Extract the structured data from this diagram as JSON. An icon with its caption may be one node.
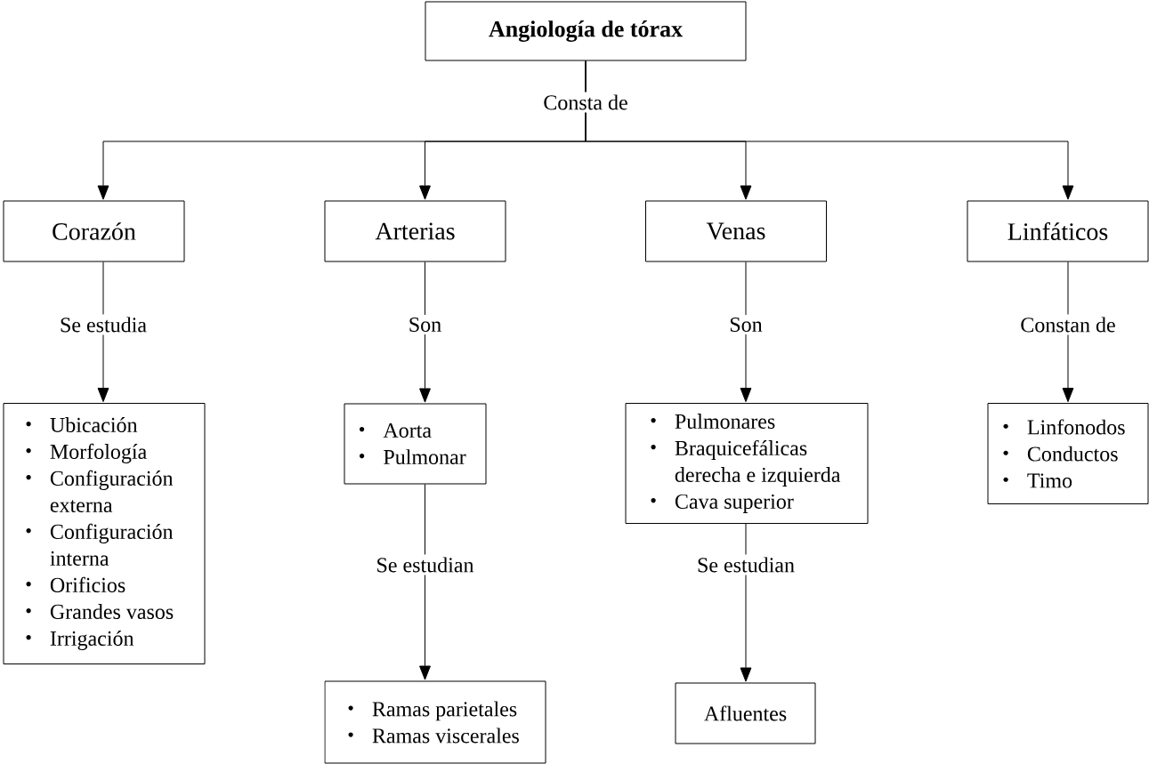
{
  "diagram": {
    "nodes": [
      {
        "text": [
          "Angiología de tórax"
        ]
      },
      {
        "text": [
          "Corazón"
        ]
      },
      {
        "text": [
          "Arterias"
        ]
      },
      {
        "text": [
          "Venas"
        ]
      },
      {
        "text": [
          "Linfáticos"
        ]
      },
      {
        "text": [
          "Ubicación",
          "Morfología",
          "Configuración externa",
          "Configuración interna",
          "Orificios",
          "Grandes vasos",
          "Irrigación"
        ]
      },
      {
        "text": [
          "Aorta",
          "Pulmonar"
        ]
      },
      {
        "text": [
          "Pulmonares",
          "Braquicefálicas derecha e izquierda",
          "Cava superior"
        ]
      },
      {
        "text": [
          "Linfonodos",
          "Conductos",
          "Timo"
        ]
      },
      {
        "text": [
          "Ramas parietales",
          "Ramas viscerales"
        ]
      },
      {
        "text": [
          "Afluentes"
        ]
      }
    ],
    "edges": [
      {
        "from": 0,
        "to": 1,
        "arrow": "to",
        "label": "Consta de"
      },
      {
        "from": 0,
        "to": 2,
        "arrow": "to"
      },
      {
        "from": 0,
        "to": 3,
        "arrow": "to"
      },
      {
        "from": 0,
        "to": 4,
        "arrow": "to"
      },
      {
        "from": 1,
        "to": 5,
        "arrow": "to",
        "label": "Se estudia"
      },
      {
        "from": 2,
        "to": 6,
        "arrow": "to",
        "label": "Son"
      },
      {
        "from": 3,
        "to": 7,
        "arrow": "to",
        "label": "Son"
      },
      {
        "from": 4,
        "to": 8,
        "arrow": "to",
        "label": "Constan de"
      },
      {
        "from": 6,
        "to": 9,
        "arrow": "to",
        "label": "Se estudian"
      },
      {
        "from": 7,
        "to": 10,
        "arrow": "to",
        "label": "Se estudian"
      }
    ]
  }
}
